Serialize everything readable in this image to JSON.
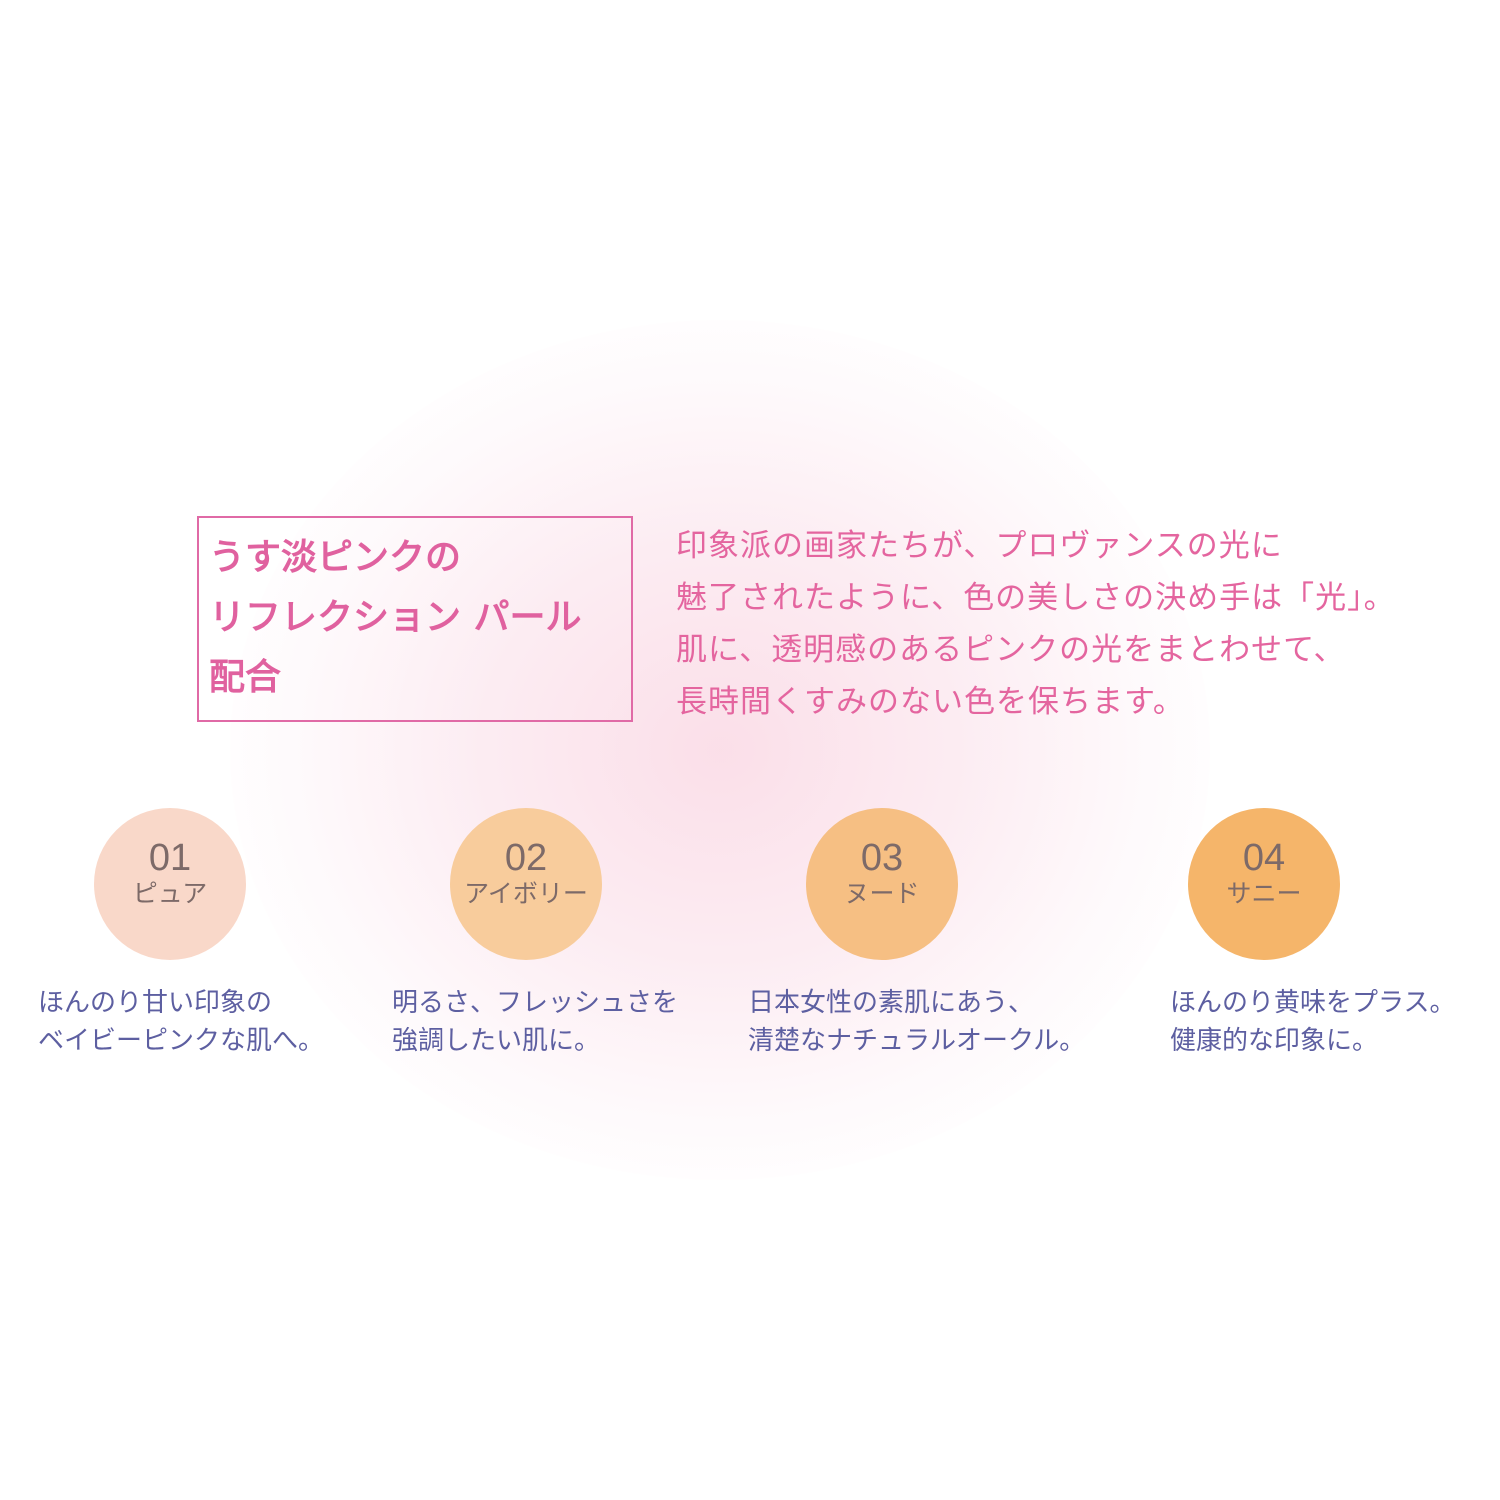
{
  "heading": {
    "lines": [
      "うす淡ピンクの",
      "リフレクション パール",
      "配合"
    ]
  },
  "description": {
    "lines": [
      "印象派の画家たちが、プロヴァンスの光に",
      "魅了されたように、色の美しさの決め手は「光」。",
      "肌に、透明感のあるピンクの光をまとわせて、",
      "長時間くすみのない色を保ちます。"
    ]
  },
  "shades": [
    {
      "number": "01",
      "name": "ピュア",
      "color": "#f9d8c9",
      "description": [
        "ほんのり甘い印象の",
        "ベイビーピンクな肌へ。"
      ]
    },
    {
      "number": "02",
      "name": "アイボリー",
      "color": "#f8cc9c",
      "description": [
        "明るさ、フレッシュさを",
        "強調したい肌に。"
      ]
    },
    {
      "number": "03",
      "name": "ヌード",
      "color": "#f6bf83",
      "description": [
        "日本女性の素肌にあう、",
        "清楚なナチュラルオークル。"
      ]
    },
    {
      "number": "04",
      "name": "サニー",
      "color": "#f5b56a",
      "description": [
        "ほんのり黄味をプラス。",
        "健康的な印象に。"
      ]
    }
  ],
  "colors": {
    "accent_pink": "#e0619f",
    "text_navy": "#5d5fa1",
    "circle_text": "#7d6a68"
  }
}
